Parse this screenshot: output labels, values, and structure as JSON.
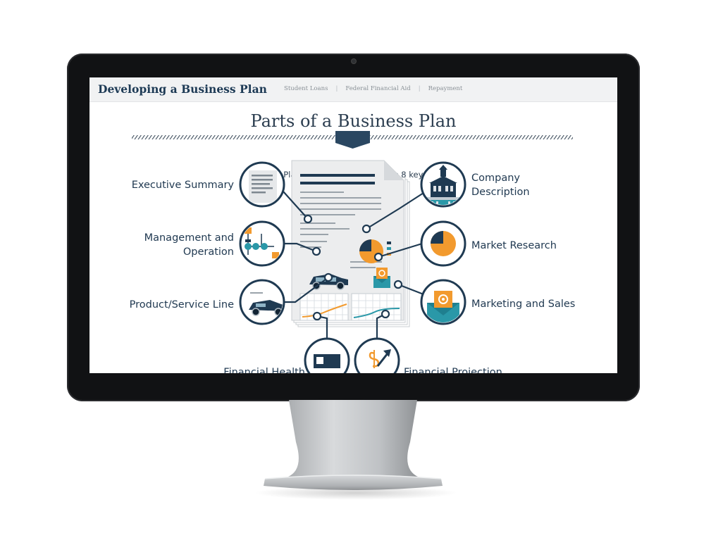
{
  "site": {
    "title": "Developing a Business Plan",
    "nav": [
      "Student Loans",
      "Federal Financial Aid",
      "Repayment"
    ]
  },
  "infographic": {
    "heading": "Parts of a Business Plan",
    "subtitle": "Business Plans typically include these 8 key sections.",
    "sections": {
      "executive_summary": "Executive Summary",
      "management_line1": "Management and",
      "management_line2": "Operation",
      "product_service": "Product/Service Line",
      "company_line1": "Company",
      "company_line2": "Description",
      "market_research": "Market Research",
      "marketing_sales": "Marketing and Sales",
      "financial_health_partial": "Financial Health",
      "financial_projection_partial": "Financial Projection"
    }
  },
  "colors": {
    "navy": "#1f3a52",
    "teal": "#2a98a8",
    "orange": "#f29a2e",
    "screen_header": "#f1f2f3",
    "bezel": "#111214"
  },
  "icons": [
    "document-icon",
    "org-chart-icon",
    "car-icon",
    "building-icon",
    "pie-chart-icon",
    "email-icon",
    "money-icon",
    "dollar-growth-icon"
  ]
}
